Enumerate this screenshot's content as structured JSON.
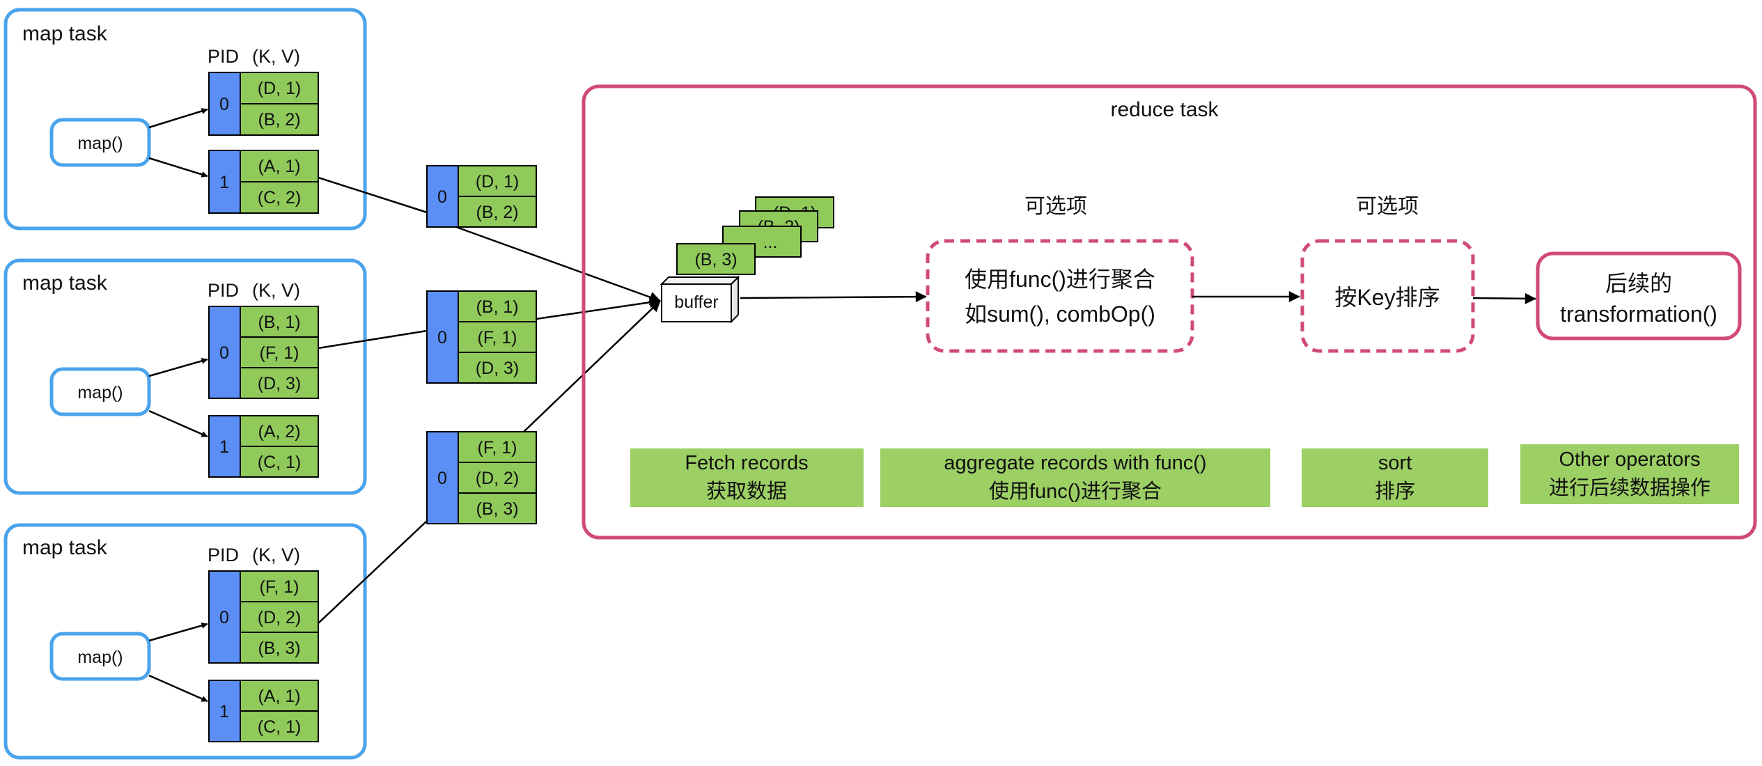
{
  "map_tasks": [
    {
      "title": "map task",
      "map_label": "map()",
      "header": {
        "pid": "PID",
        "kv": "(K, V)"
      },
      "partitions": [
        {
          "pid": "0",
          "records": [
            "(D, 1)",
            "(B, 2)"
          ]
        },
        {
          "pid": "1",
          "records": [
            "(A, 1)",
            "(C, 2)"
          ]
        }
      ]
    },
    {
      "title": "map task",
      "map_label": "map()",
      "header": {
        "pid": "PID",
        "kv": "(K, V)"
      },
      "partitions": [
        {
          "pid": "0",
          "records": [
            "(B, 1)",
            "(F, 1)",
            "(D, 3)"
          ]
        },
        {
          "pid": "1",
          "records": [
            "(A, 2)",
            "(C, 1)"
          ]
        }
      ]
    },
    {
      "title": "map task",
      "map_label": "map()",
      "header": {
        "pid": "PID",
        "kv": "(K, V)"
      },
      "partitions": [
        {
          "pid": "0",
          "records": [
            "(F, 1)",
            "(D, 2)",
            "(B, 3)"
          ]
        },
        {
          "pid": "1",
          "records": [
            "(A, 1)",
            "(C, 1)"
          ]
        }
      ]
    }
  ],
  "shuffle_blocks": [
    {
      "pid": "0",
      "records": [
        "(D, 1)",
        "(B, 2)"
      ]
    },
    {
      "pid": "0",
      "records": [
        "(B, 1)",
        "(F, 1)",
        "(D, 3)"
      ]
    },
    {
      "pid": "0",
      "records": [
        "(F, 1)",
        "(D, 2)",
        "(B, 3)"
      ]
    }
  ],
  "reduce_task": {
    "title": "reduce task",
    "buffer_label": "buffer",
    "stack_records": [
      "(D, 1)",
      "(B, 2)",
      "...",
      "(B, 3)"
    ],
    "optional_label": "可选项",
    "aggregate": {
      "line1": "使用func()进行聚合",
      "line2": "如sum(), combOp()"
    },
    "sort": {
      "label": "按Key排序"
    },
    "transform": {
      "line1": "后续的",
      "line2": "transformation()"
    },
    "stages": [
      {
        "line1": "Fetch records",
        "line2": "获取数据"
      },
      {
        "line1": "aggregate records with func()",
        "line2": "使用func()进行聚合"
      },
      {
        "line1": "sort",
        "line2": "排序"
      },
      {
        "line1": "Other operators",
        "line2": "进行后续数据操作"
      }
    ]
  },
  "colors": {
    "map_border": "#4aa3eb",
    "reduce_border": "#d04a78",
    "pid_fill": "#5b8ff5",
    "record_fill": "#8fca5a",
    "stage_fill": "#9ccf64"
  }
}
